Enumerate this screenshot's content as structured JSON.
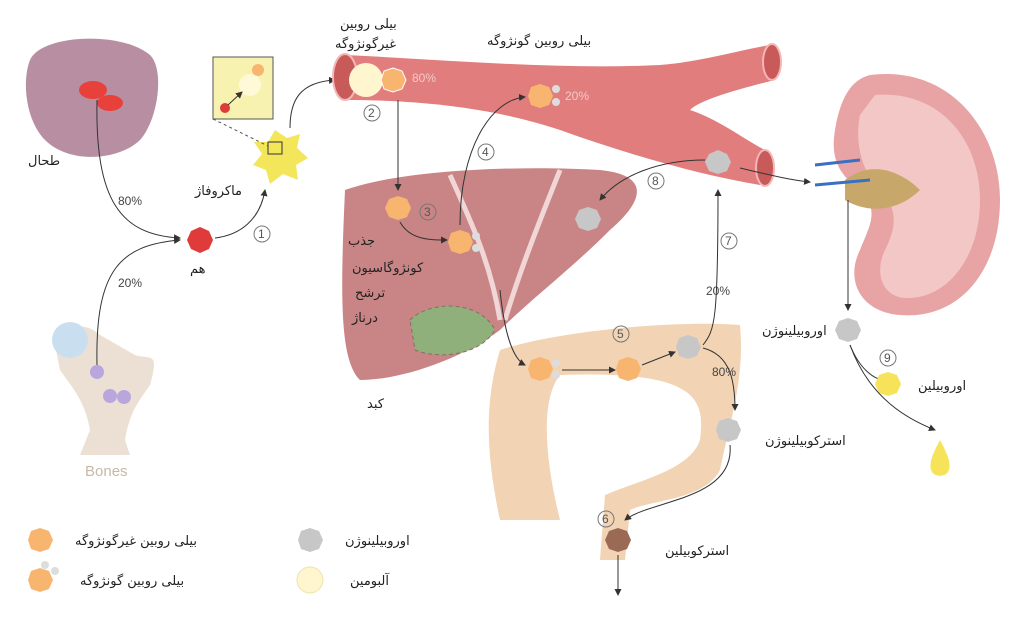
{
  "labels": {
    "spleen": "طحال",
    "macrophage": "ماکروفاژ",
    "heme": "هم",
    "bones": "Bones",
    "unconjugated_1": "بیلی روبین",
    "unconjugated_2": "غیرگونژوگه",
    "conjugated": "بیلی روبین گونژوگه",
    "liver": "کبد",
    "liver_steps": [
      "جذب",
      "کونژوگاسیون",
      "ترشح",
      "درناژ"
    ],
    "urobilinogen": "اوروبیلینوژن",
    "urobilin": "اوروبیلین",
    "stercobilinogen": "استرکوبیلینوژن",
    "stercobilin": "استرکوبیلین"
  },
  "percentages": {
    "spleen": "80%",
    "bones": "20%",
    "blood_unconj": "80%",
    "blood_conj": "20%",
    "intestine_up": "20%",
    "intestine_down": "80%"
  },
  "steps": [
    "1",
    "2",
    "3",
    "4",
    "5",
    "6",
    "7",
    "8",
    "9"
  ],
  "legend": {
    "unconjugated": "بیلی روبین غیرگونژوگه",
    "conjugated": "بیلی روبین گونژوگه",
    "urobilinogen": "اوروبیلینوژن",
    "albumin": "آلبومین"
  },
  "colors": {
    "vessel": "#e27d7d",
    "liver": "#c98585",
    "intestine": "#f2d3b3",
    "bilirubin": "#f8b56f",
    "heme": "#e03b3b",
    "urobilinogen": "#c7c7c7",
    "urobilin": "#f6e35a"
  }
}
